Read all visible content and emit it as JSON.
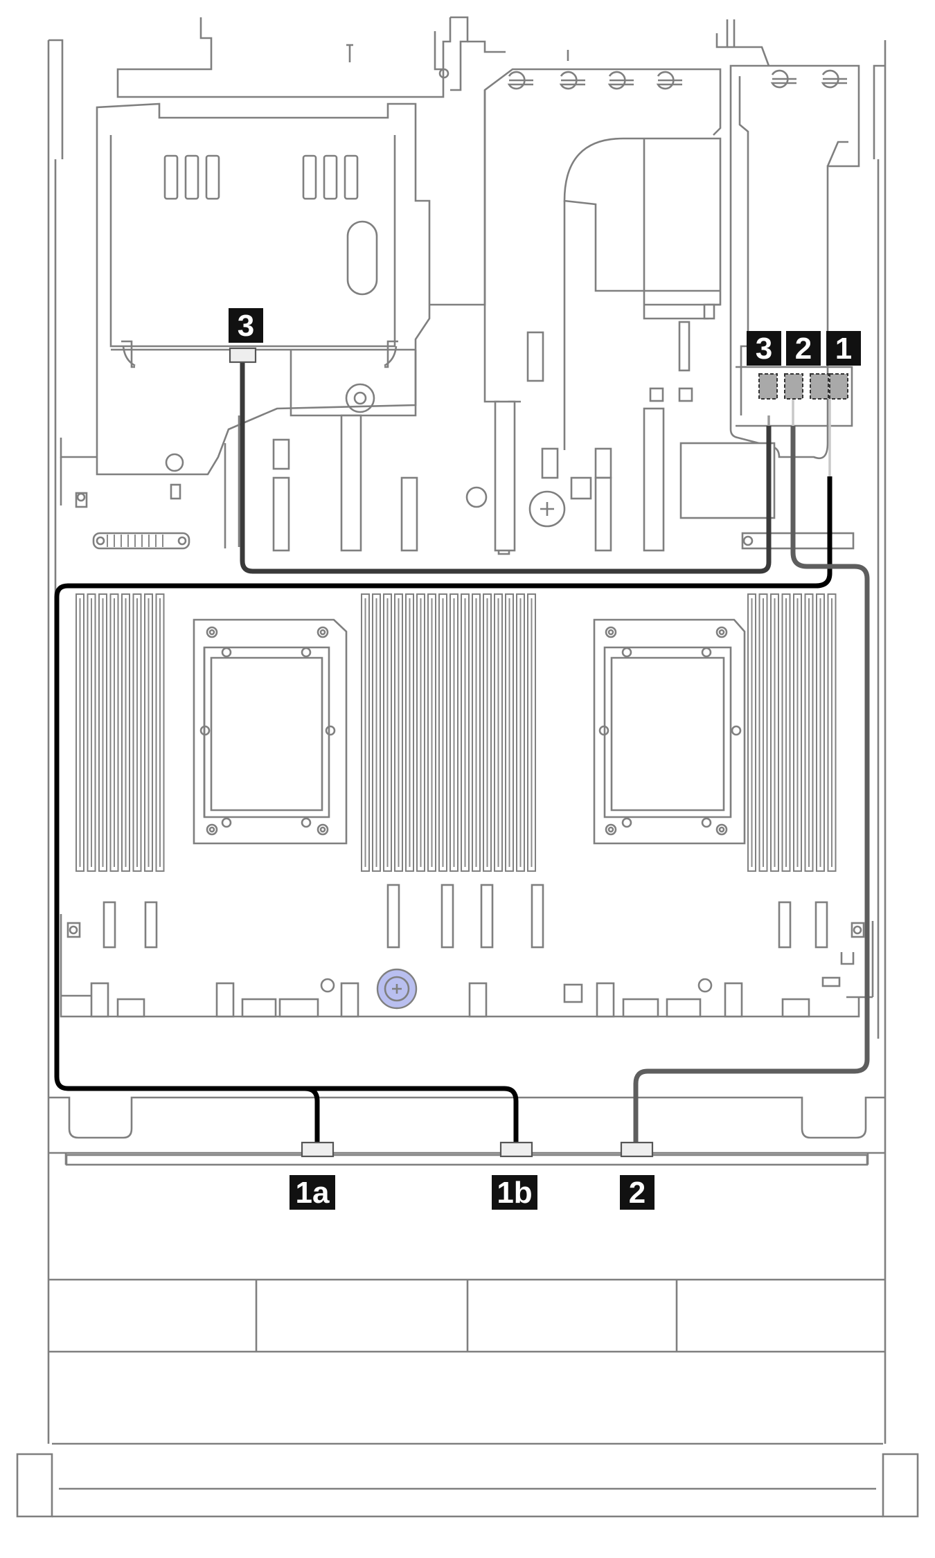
{
  "labels": {
    "riser_port_3": "3",
    "riser_port_2": "2",
    "riser_port_1": "1",
    "cage_3": "3",
    "front_1a": "1a",
    "front_1b": "1b",
    "front_2": "2"
  },
  "colors": {
    "outline": "#7f7f7f",
    "badge": "#111111",
    "cable_1": "#000000",
    "cable_2": "#5e5e5e",
    "cable_3": "#3a3a3a",
    "fan_accent": "#b9bff0"
  }
}
